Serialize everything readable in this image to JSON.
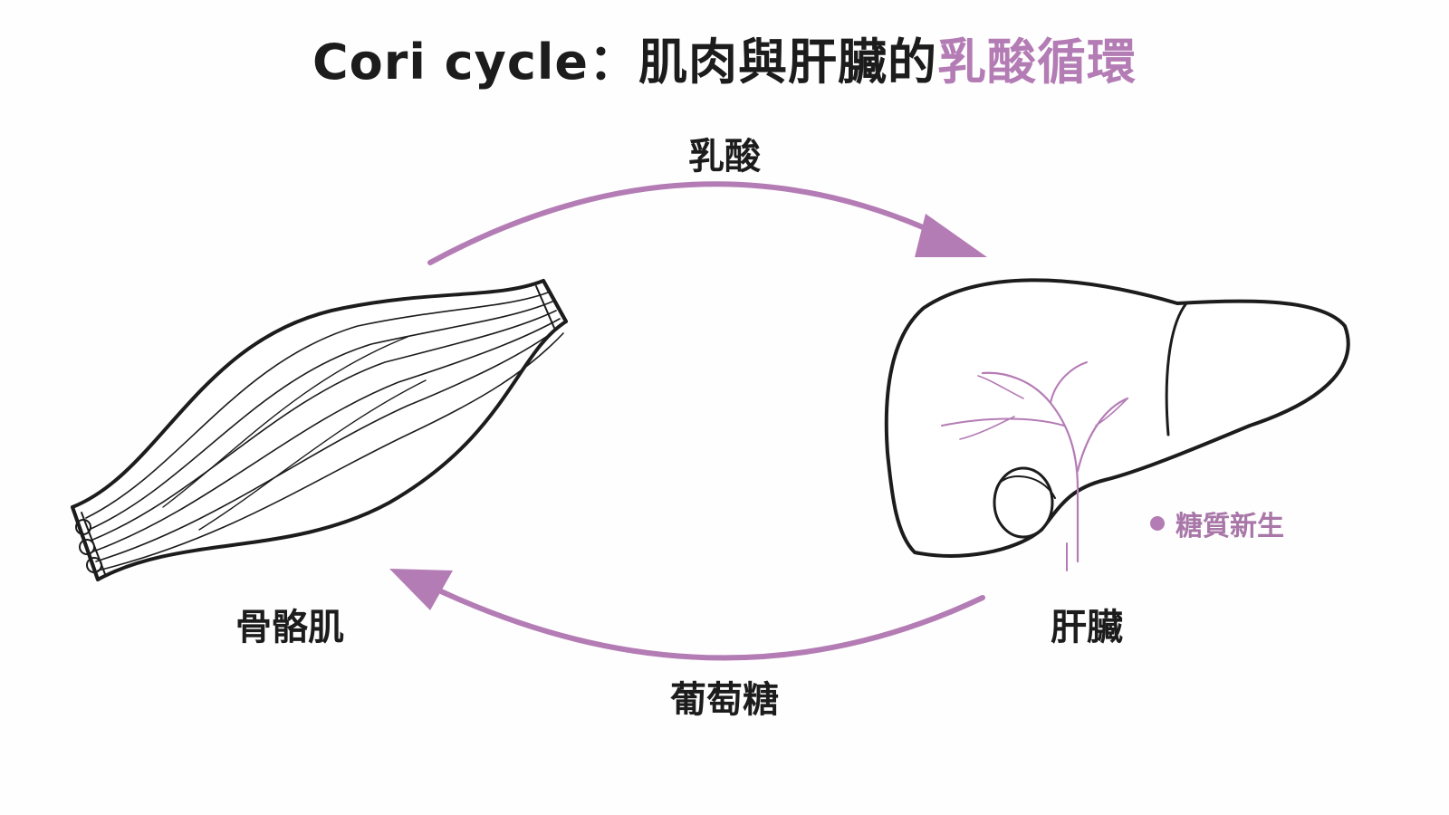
{
  "title": {
    "main": "Cori cycle：肌肉與肝臟的",
    "highlight": "乳酸循環"
  },
  "arrows": {
    "top_label": "乳酸",
    "bottom_label": "葡萄糖"
  },
  "organs": {
    "muscle_label": "骨骼肌",
    "liver_label": "肝臟"
  },
  "note": {
    "text": "糖質新生"
  },
  "colors": {
    "accent": "#b47cb4",
    "ink": "#1c1c1c"
  }
}
